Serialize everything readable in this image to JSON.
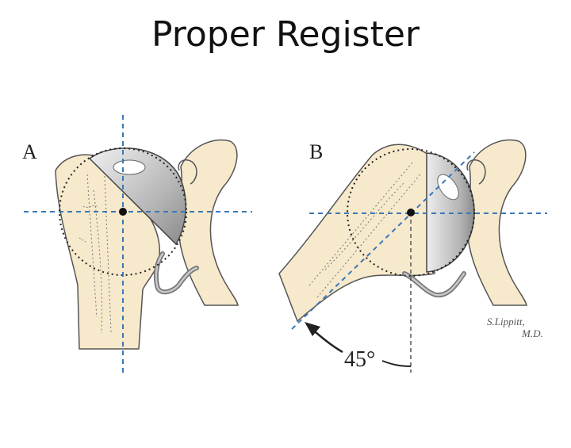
{
  "title": "Proper Register",
  "panels": [
    {
      "label": "A"
    },
    {
      "label": "B"
    }
  ],
  "angle": "45°",
  "signature": {
    "line1": "S.Lippitt,",
    "line2": "M.D."
  },
  "colors": {
    "bone": "#f7e9cc",
    "bone_stroke": "#555555",
    "implant_light": "#e0e0e0",
    "implant_dark": "#9a9a9a",
    "axis": "#3a78b8"
  }
}
